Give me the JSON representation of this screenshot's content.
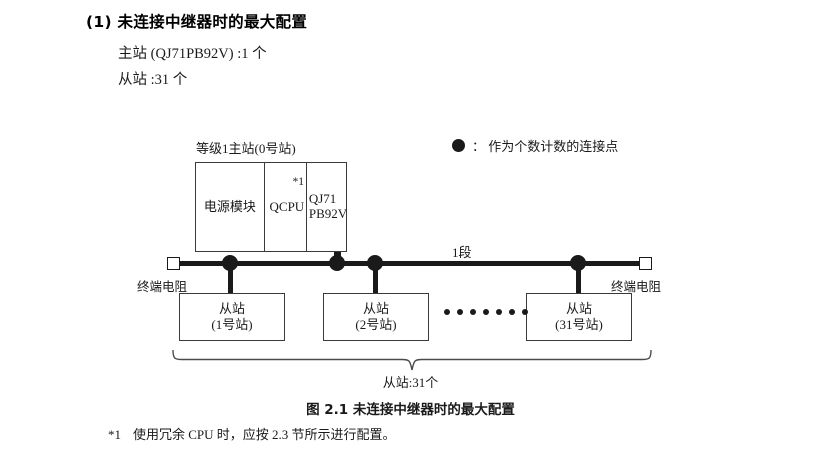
{
  "heading": {
    "number": "(1)",
    "text": "未连接中继器时的最大配置",
    "full": "(1) 未连接中继器时的最大配置"
  },
  "summary": {
    "master_line": "主站 (QJ71PB92V) :1 个",
    "slave_line": "从站 :31 个"
  },
  "legend": {
    "symbol": "filled-circle",
    "text": "： 作为个数计数的连接点"
  },
  "rack": {
    "caption": "等级1主站(0号站)",
    "cells": [
      {
        "label": "电源模块",
        "note": ""
      },
      {
        "label": "QCPU",
        "note": "*1"
      },
      {
        "label": "QJ71\nPB92V",
        "note": ""
      }
    ],
    "power_label": "电源模块",
    "qcpu_label": "QCPU",
    "qcpu_note": "*1",
    "pb92v_label_line1": "QJ71",
    "pb92v_label_line2": "PB92V"
  },
  "bus": {
    "segment_label": "1段",
    "terminal_left": "终端电阻",
    "terminal_right": "终端电阻",
    "node_count": 4
  },
  "slaves": [
    {
      "name": "从站",
      "station": "(1号站)"
    },
    {
      "name": "从站",
      "station": "(2号站)"
    },
    {
      "name": "从站",
      "station": "(31号站)"
    }
  ],
  "ellipsis_dots": 7,
  "brace_label": "从站:31个",
  "figure_caption": "图 2.1  未连接中继器时的最大配置",
  "footnote": {
    "mark": "*1",
    "text": "使用冗余 CPU 时，应按 2.3 节所示进行配置。"
  },
  "colors": {
    "ink": "#1a1a1a",
    "line": "#3a3a3a",
    "background": "#ffffff"
  }
}
